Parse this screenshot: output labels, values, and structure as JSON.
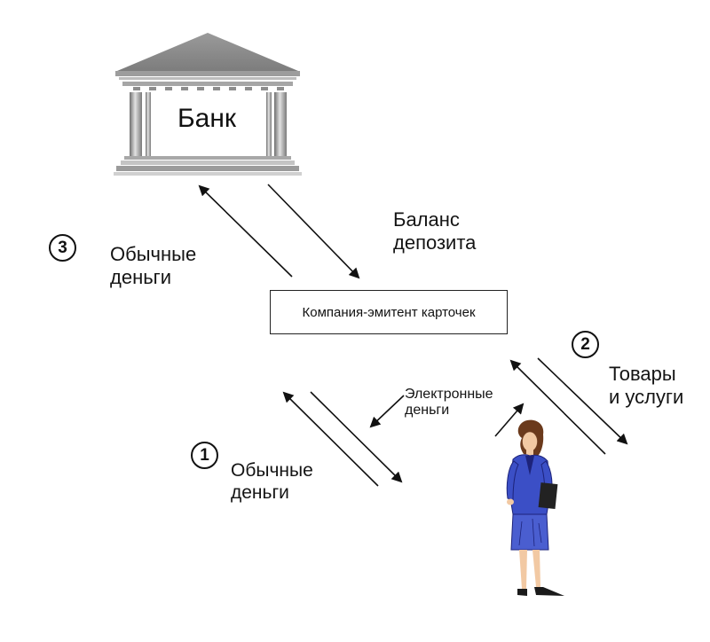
{
  "bank": {
    "label": "Банк"
  },
  "issuer": {
    "label": "Компания-эмитент карточек"
  },
  "flows": {
    "deposit_balance": "Баланс\nдепозита",
    "regular_money_3": "Обычные\nденьги",
    "goods_services": "Товары\nи услуги",
    "electronic_money": "Электронные\nденьги",
    "regular_money_1": "Обычные\nденьги"
  },
  "steps": {
    "one": "1",
    "two": "2",
    "three": "3"
  },
  "colors": {
    "line": "#111111",
    "bank_gray": "#8c8c8c",
    "suit_blue": "#3b4fc6",
    "suit_dark": "#1d237a"
  }
}
